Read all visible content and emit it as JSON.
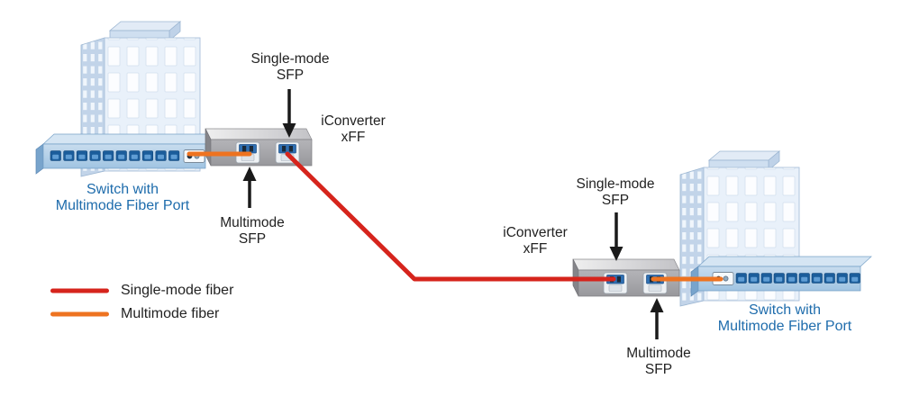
{
  "diagram": {
    "left_site": {
      "single_mode_sfp_label": {
        "line1": "Single-mode",
        "line2": "SFP"
      },
      "converter_label": {
        "line1": "iConverter",
        "line2": "xFF"
      },
      "multimode_sfp_label": {
        "line1": "Multimode",
        "line2": "SFP"
      },
      "switch_label": {
        "line1": "Switch with",
        "line2": "Multimode Fiber Port"
      }
    },
    "right_site": {
      "single_mode_sfp_label": {
        "line1": "Single-mode",
        "line2": "SFP"
      },
      "converter_label": {
        "line1": "iConverter",
        "line2": "xFF"
      },
      "multimode_sfp_label": {
        "line1": "Multimode",
        "line2": "SFP"
      },
      "switch_label": {
        "line1": "Switch with",
        "line2": "Multimode Fiber Port"
      }
    },
    "legend": {
      "single_mode": {
        "label": "Single-mode fiber",
        "color": "#d6241c"
      },
      "multimode": {
        "label": "Multimode fiber",
        "color": "#ee7320"
      }
    },
    "icons": {
      "building": "building-icon",
      "switch": "network-switch-icon",
      "converter": "media-converter-icon",
      "sfp_port": "sfp-port-icon",
      "fiber_port": "fiber-port-icon",
      "arrow": "pointer-arrow-icon"
    },
    "colors": {
      "single_mode_fiber": "#d6241c",
      "multimode_fiber": "#ee7320",
      "label_blue": "#1e6cac"
    }
  }
}
